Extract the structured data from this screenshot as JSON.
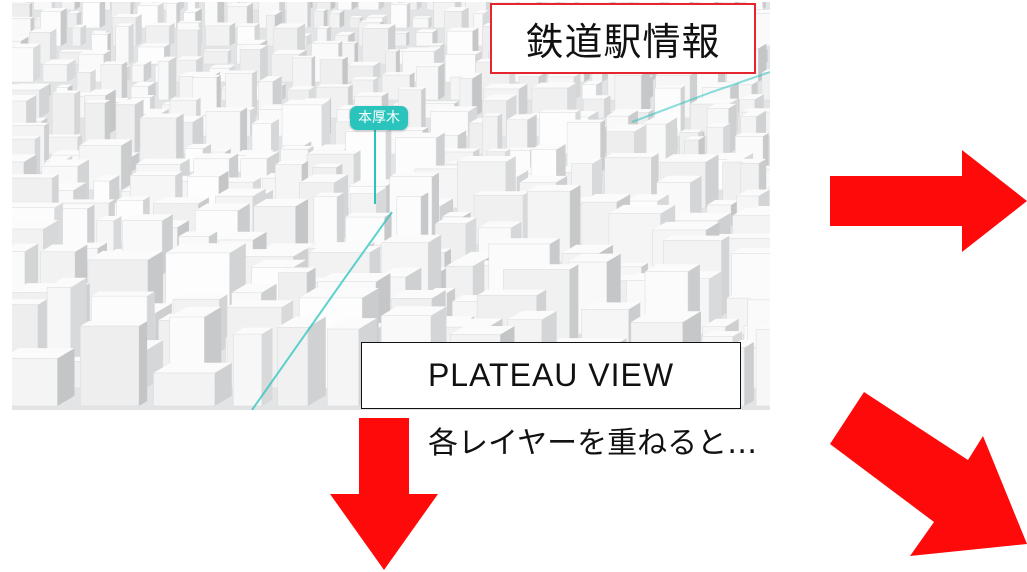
{
  "map": {
    "station_label": "本厚木"
  },
  "labels": {
    "title": "鉄道駅情報",
    "view_name": "PLATEAU VIEW",
    "caption": "各レイヤーを重ねると…"
  },
  "colors": {
    "arrow": "#ff0a0a",
    "title_border": "#e5262e",
    "station_accent": "#2bc4bd",
    "building": "#f4f4f4",
    "building_shadow": "#c9cbcc"
  },
  "icons": [
    "arrow-right-icon",
    "arrow-down-icon",
    "arrow-down-right-icon"
  ]
}
